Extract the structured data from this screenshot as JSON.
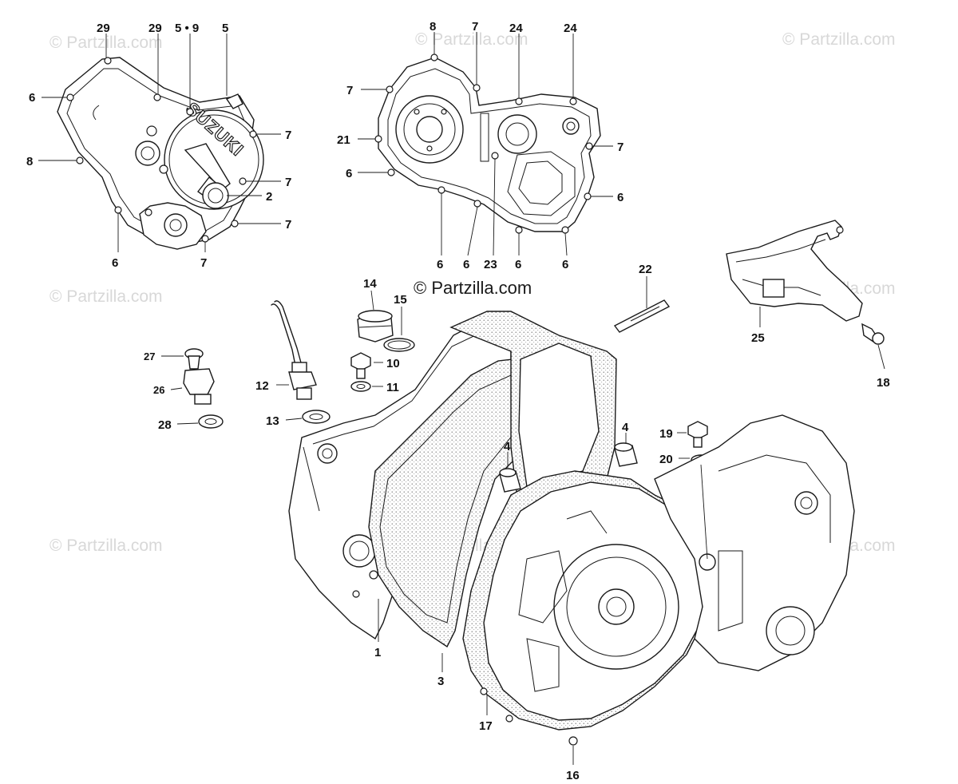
{
  "watermark": "© Partzilla.com",
  "credit": "© Partzilla.com",
  "cover_logo": "SUZUKI",
  "callouts": {
    "left_cover": [
      "29",
      "29",
      "5 • 9",
      "5",
      "6",
      "8",
      "7",
      "7",
      "2",
      "7",
      "6",
      "7"
    ],
    "middle_cover": [
      "8",
      "7",
      "24",
      "24",
      "7",
      "21",
      "7",
      "6",
      "6",
      "6",
      "6",
      "23",
      "6",
      "6"
    ],
    "small_parts": [
      "14",
      "15",
      "10",
      "11",
      "12",
      "13",
      "27",
      "26",
      "28",
      "22",
      "25",
      "18",
      "19",
      "20"
    ],
    "crankcase": [
      "4",
      "4",
      "1",
      "3",
      "17",
      "16"
    ]
  }
}
